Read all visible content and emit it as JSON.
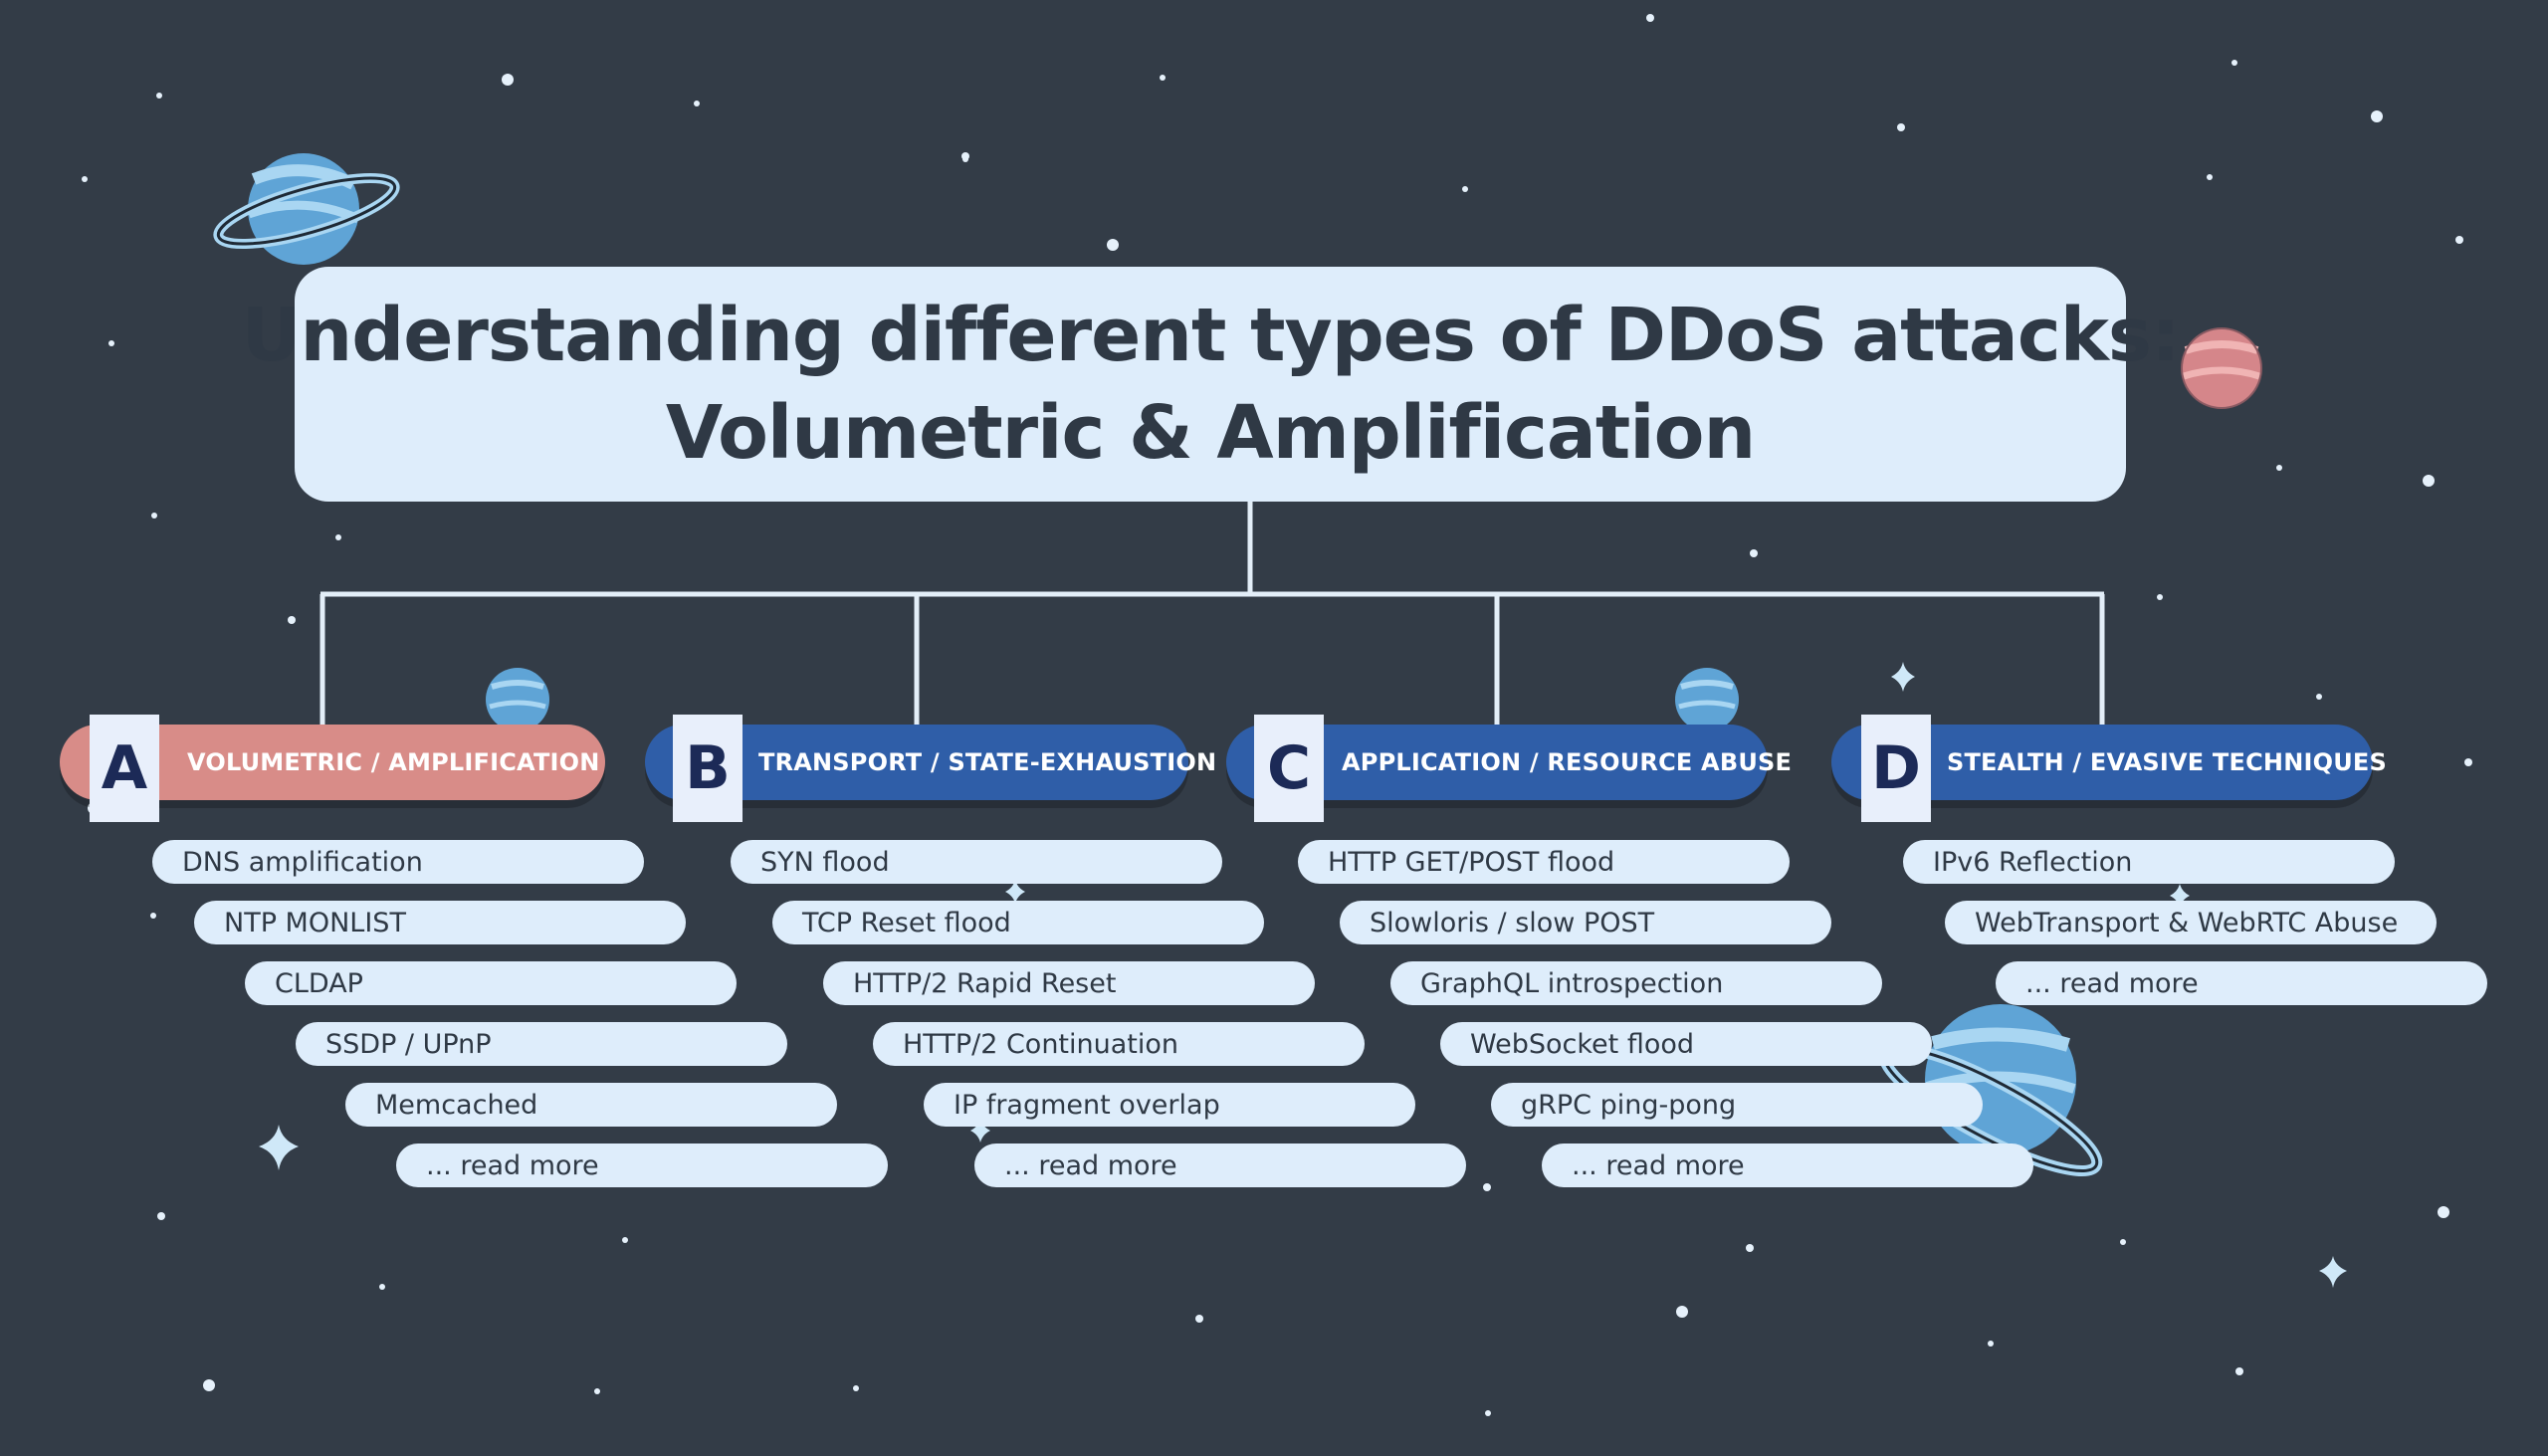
{
  "title": {
    "line1": "Understanding different types of DDoS attacks:",
    "line2": "Volumetric & Amplification"
  },
  "colors": {
    "background": "#333c47",
    "card": "#deedfb",
    "connector": "#e3eef8",
    "volumetric": "#d88c88",
    "category": "#2f5ea8",
    "letter_bg": "#e8effb",
    "letter_text": "#1c2a57"
  },
  "categories": [
    {
      "letter": "A",
      "label": "VOLUMETRIC / AMPLIFICATION",
      "color": "#d88c88",
      "items": [
        "DNS amplification",
        "NTP MONLIST",
        "CLDAP",
        "SSDP / UPnP",
        "Memcached",
        "... read more"
      ]
    },
    {
      "letter": "B",
      "label": "TRANSPORT / STATE-EXHAUSTION",
      "color": "#2f5ea8",
      "items": [
        "SYN flood",
        "TCP Reset flood",
        "HTTP/2 Rapid Reset",
        "HTTP/2 Continuation",
        "IP fragment overlap",
        "... read more"
      ]
    },
    {
      "letter": "C",
      "label": "APPLICATION / RESOURCE ABUSE",
      "color": "#2f5ea8",
      "items": [
        "HTTP GET/POST flood",
        "Slowloris / slow POST",
        "GraphQL introspection",
        "WebSocket flood",
        "gRPC ping-pong",
        "... read more"
      ]
    },
    {
      "letter": "D",
      "label": "STEALTH / EVASIVE TECHNIQUES",
      "color": "#2f5ea8",
      "items": [
        "IPv6 Reflection",
        "WebTransport & WebRTC Abuse",
        "... read more"
      ]
    }
  ],
  "icons": [
    "planet-icon",
    "ringed-planet-icon",
    "star-icon",
    "sparkle-icon"
  ]
}
